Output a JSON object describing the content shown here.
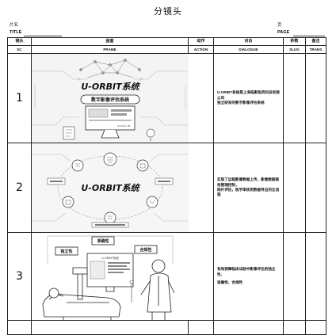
{
  "header": {
    "title": "分镜头",
    "film_name_label": "片名",
    "page_label": "页",
    "title_label": "TITLE",
    "page_label_en": "PAGE"
  },
  "table": {
    "columns": [
      {
        "zh": "镜头",
        "en": "SC"
      },
      {
        "zh": "画面",
        "en": "FRAME"
      },
      {
        "zh": "动作",
        "en": "ACTION"
      },
      {
        "zh": "对白",
        "en": "DIALOGUE"
      },
      {
        "zh": "秒数",
        "en": "SLUG"
      },
      {
        "zh": "备注",
        "en": "TRANS"
      }
    ],
    "rows": [
      {
        "sc": "1",
        "frame": {
          "logo": "U-ORBIT系统",
          "banner": "数字影像评估系统",
          "screen_text": "AI CALL 18"
        },
        "action": "",
        "dialogue": [
          "U-ORBIT系统是上海临影医药科技有限公司",
          "独立研发的数字影像评估系统"
        ],
        "slug": "",
        "trans": ""
      },
      {
        "sc": "2",
        "frame": {
          "logo": "U-ORBIT系统"
        },
        "action": "",
        "dialogue": [
          "实现了远程影像数据上传，影像数据高效管理控制，",
          "阅片评估，医学审核到数据导出的全流程"
        ],
        "slug": "",
        "trans": ""
      },
      {
        "sc": "3",
        "frame": {
          "labels": [
            "准确性",
            "独立性",
            "合规性"
          ],
          "center_label": "U-ORBIT系统"
        },
        "action": "",
        "dialogue": [
          "有效保障临床试验中影像评估的独立性、",
          "准确性、合规性"
        ],
        "slug": "",
        "trans": ""
      }
    ]
  }
}
